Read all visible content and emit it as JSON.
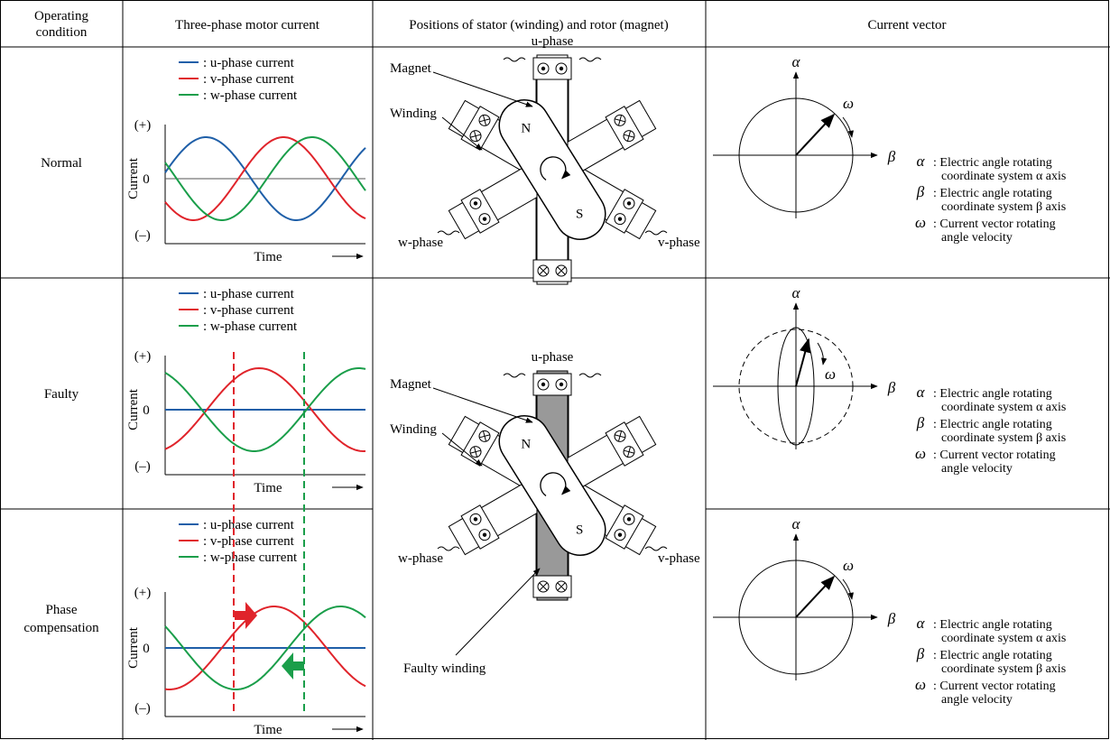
{
  "headers": {
    "condition": [
      "Operating",
      "condition"
    ],
    "current": "Three-phase motor current",
    "positions": "Positions of stator (winding) and rotor (magnet)",
    "vector": "Current vector"
  },
  "rows": [
    {
      "id": "normal",
      "condition": [
        "Normal"
      ]
    },
    {
      "id": "faulty",
      "condition": [
        "Faulty"
      ]
    },
    {
      "id": "phase",
      "condition": [
        "Phase",
        "compensation"
      ]
    }
  ],
  "plot": {
    "legend": [
      {
        "text": ": u-phase current",
        "color": "#1f5fa8"
      },
      {
        "text": ": v-phase current",
        "color": "#e0242b"
      },
      {
        "text": ": w-phase current",
        "color": "#1a9e4a"
      }
    ],
    "ylabel": "Current",
    "plus": "(+)",
    "zero": "0",
    "minus": "(–)",
    "xlabel": "Time"
  },
  "motor": {
    "magnet": "Magnet",
    "winding": "Winding",
    "u": "u-phase",
    "v": "v-phase",
    "w": "w-phase",
    "n": "N",
    "s": "S",
    "faulty": "Faulty winding"
  },
  "vector": {
    "alpha": "α",
    "beta": "β",
    "omega": "ω",
    "desc": [
      {
        "sym": "α",
        "line1": ": Electric angle rotating",
        "line2": "coordinate system α axis"
      },
      {
        "sym": "β",
        "line1": ": Electric angle rotating",
        "line2": "coordinate system β axis"
      },
      {
        "sym": "ω",
        "line1": ": Current vector rotating",
        "line2": "angle velocity"
      }
    ]
  },
  "colors": {
    "u": "#1f5fa8",
    "v": "#e0242b",
    "w": "#1a9e4a",
    "grid": "#000000",
    "faulty_fill": "#999999"
  }
}
